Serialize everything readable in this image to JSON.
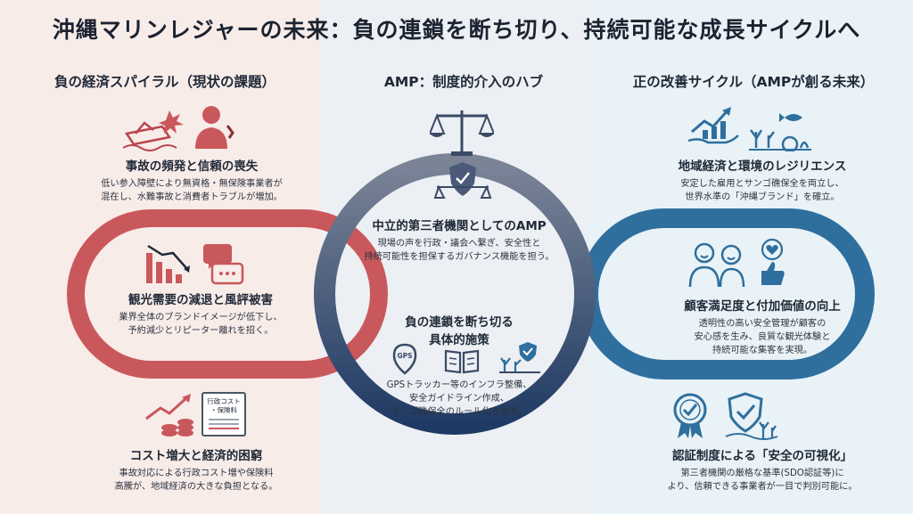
{
  "title": "沖縄マリンレジャーの未来：負の連鎖を断ち切り、持続可能な成長サイクルへ",
  "columns": {
    "left": {
      "heading": "負の経済スパイラル（現状の課題）",
      "blocks": [
        {
          "title": "事故の頻発と信頼の喪失",
          "body_lines": [
            "低い参入障壁により無資格・無保険事業者が",
            "混在し、水難事故と消費者トラブルが増加。"
          ]
        },
        {
          "title": "観光需要の減退と風評被害",
          "body_lines": [
            "業界全体のブランドイメージが低下し、",
            "予約減少とリピーター離れを招く。"
          ]
        },
        {
          "title": "コスト増大と経済的困窮",
          "body_lines": [
            "事故対応による行政コスト増や保険料",
            "高騰が、地域経済の大きな負担となる。"
          ]
        }
      ],
      "icon_label_cost": [
        "行政コスト",
        "・保険料"
      ]
    },
    "middle": {
      "heading": "AMP：制度的介入のハブ",
      "blocks": [
        {
          "title": "中立的第三者機関としてのAMP",
          "body_lines": [
            "現場の声を行政・議会へ繋ぎ、安全性と",
            "持続可能性を担保するガバナンス機能を担う。"
          ]
        },
        {
          "title_lines": [
            "負の連鎖を断ち切る",
            "具体的施策"
          ],
          "body_lines": [
            "GPSトラッカー等のインフラ整備、",
            "安全ガイドライン作成、",
            "サンゴ礁保全のルール化を推進。"
          ]
        }
      ],
      "gps_label": "GPS"
    },
    "right": {
      "heading": "正の改善サイクル（AMPが創る未来）",
      "blocks": [
        {
          "title": "地域経済と環境のレジリエンス",
          "body_lines": [
            "安定した雇用とサンゴ礁保全を両立し、",
            "世界水準の「沖縄ブランド」を確立。"
          ]
        },
        {
          "title": "顧客満足度と付加価値の向上",
          "body_lines": [
            "透明性の高い安全管理が顧客の",
            "安心感を生み、良質な観光体験と",
            "持続可能な集客を実現。"
          ]
        },
        {
          "title": "認証制度による「安全の可視化」",
          "body_lines": [
            "第三者機関の厳格な基準(SDO認証等)に",
            "より、信頼できる事業者が一目で判別可能に。"
          ]
        }
      ]
    }
  },
  "colors": {
    "red_ring": "#c9585c",
    "navy_ring": "#4a5a78",
    "blue_ring": "#2f6f9e",
    "left_bg": "#f8ece9",
    "mid_bg": "#eceff3",
    "right_bg": "#e9f2f6"
  },
  "icons": [
    "boat-accident-icon",
    "distressed-businessman-icon",
    "declining-chart-icon",
    "speech-bubbles-icon",
    "rising-cost-coins-icon",
    "cost-document-icon",
    "justice-scale-icon",
    "shield-scale-icon",
    "gps-pin-icon",
    "guidebook-icon",
    "coral-shield-icon",
    "growth-hand-icon",
    "coral-fish-icon",
    "happy-tourists-icon",
    "like-heart-icon",
    "certified-badge-icon",
    "shield-check-coral-icon"
  ]
}
